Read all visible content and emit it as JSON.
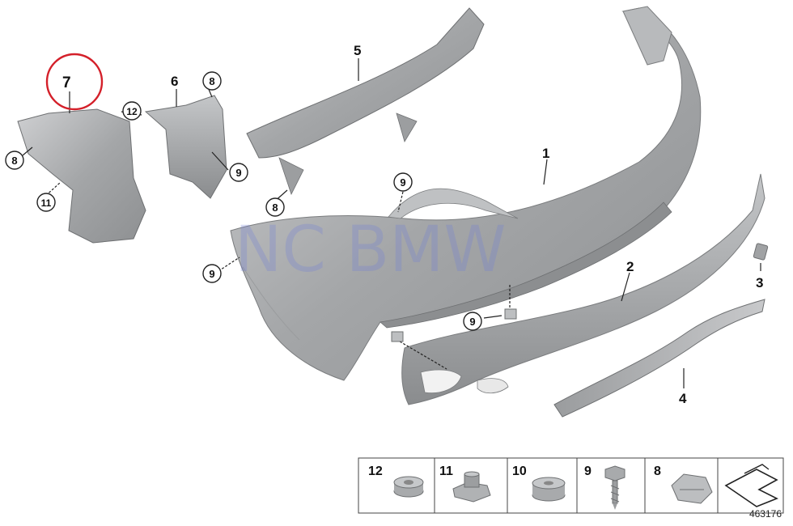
{
  "callouts": {
    "c1": "1",
    "c2": "2",
    "c3": "3",
    "c4": "4",
    "c5": "5",
    "c6": "6",
    "c7": "7",
    "c8a": "8",
    "c8b": "8",
    "c8c": "8",
    "c9a": "9",
    "c9b": "9",
    "c9c": "9",
    "c9d": "9",
    "c11": "11",
    "c12": "12"
  },
  "parts_table": {
    "p12": "12",
    "p11": "11",
    "p10": "10",
    "p9": "9",
    "p8": "8"
  },
  "watermark": "NC BMW",
  "reference_number": "463176",
  "colors": {
    "highlight_circle": "#d4202a",
    "part_gray": "#a9abad",
    "watermark": "#6f7fd6"
  }
}
